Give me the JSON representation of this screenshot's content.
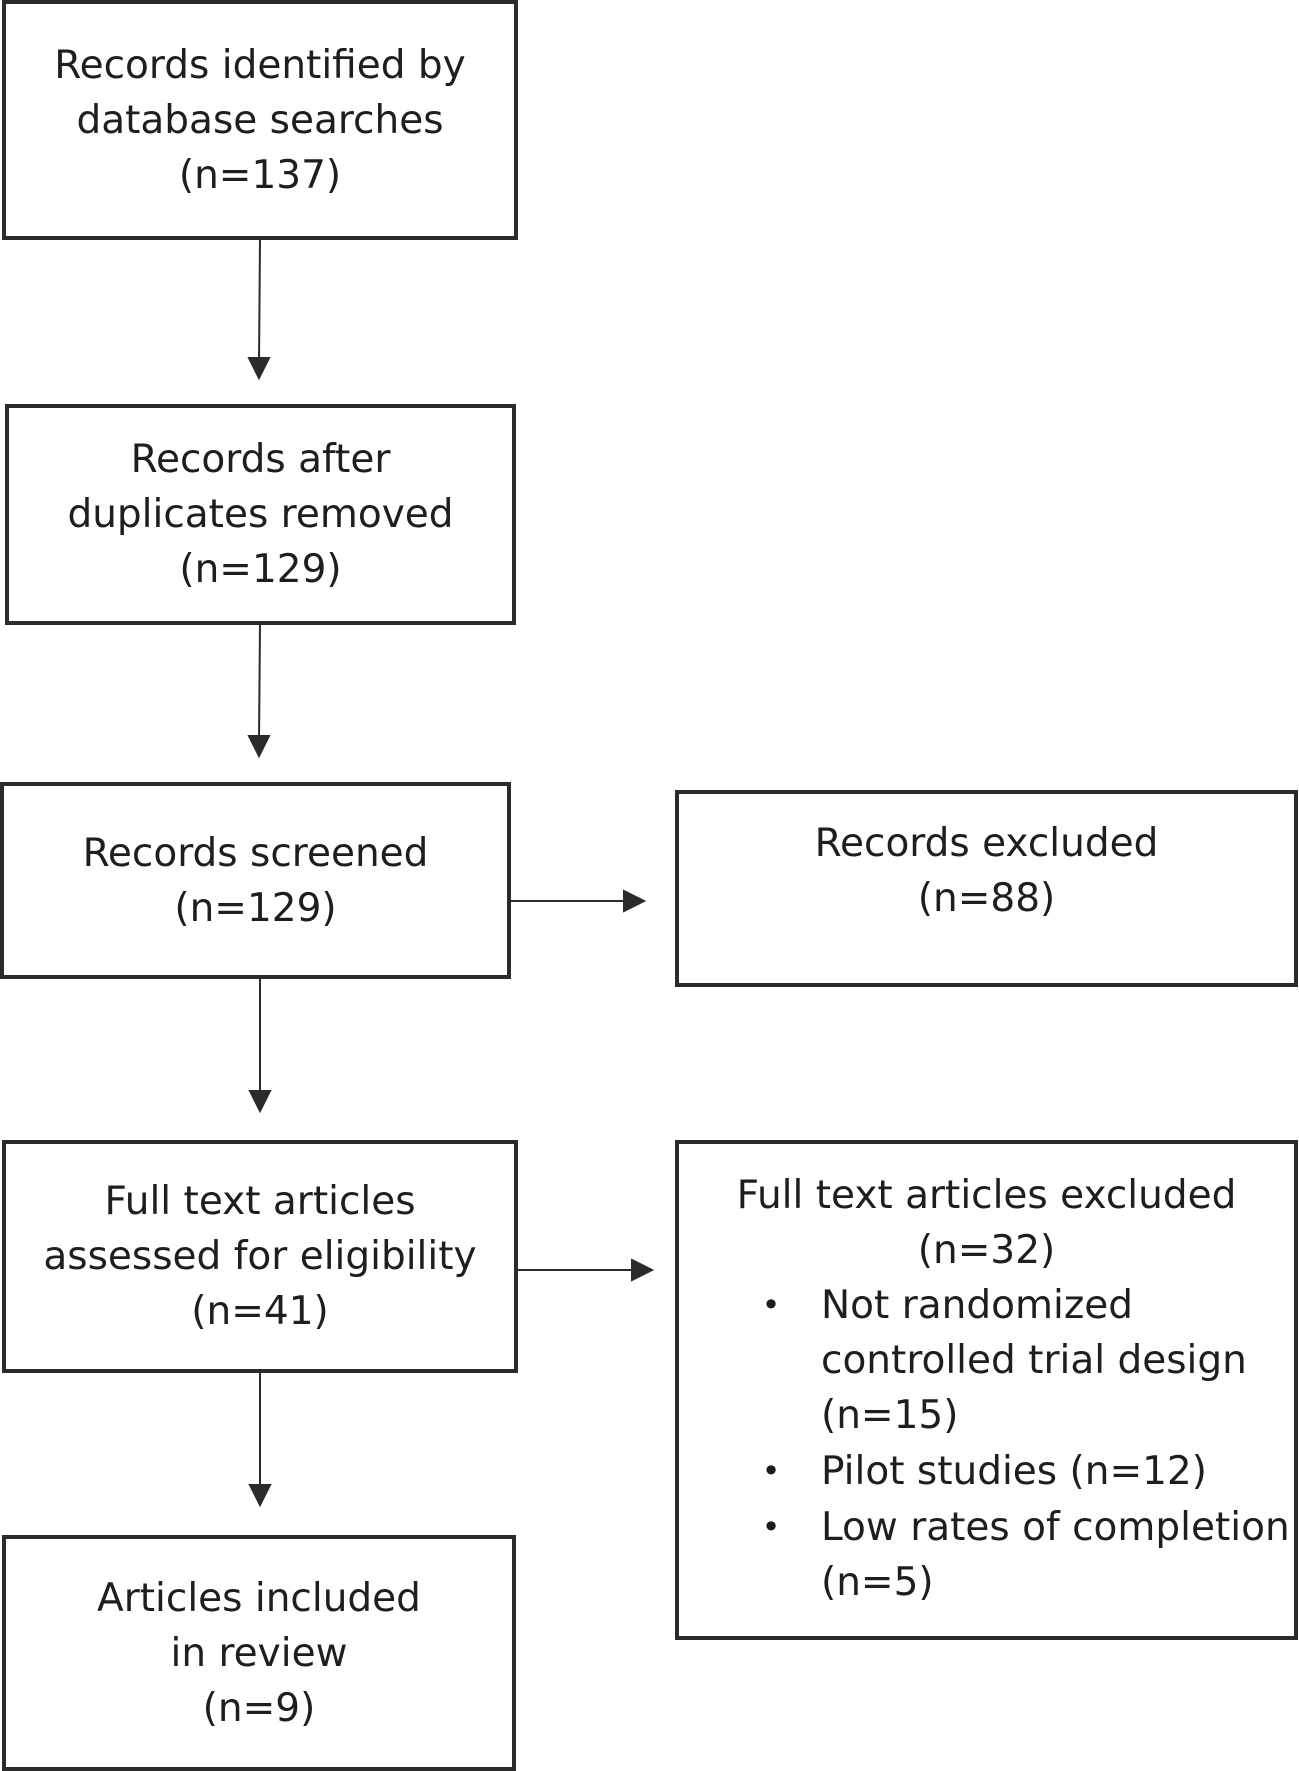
{
  "boxes": {
    "identified": {
      "lines": [
        "Records identified by",
        "database searches",
        "(n=137)"
      ]
    },
    "after_duplicates": {
      "lines": [
        "Records after",
        "duplicates removed",
        "(n=129)"
      ]
    },
    "screened": {
      "lines": [
        "Records screened",
        "(n=129)"
      ]
    },
    "excluded": {
      "lines": [
        "Records excluded",
        "(n=88)"
      ]
    },
    "full_text_assessed": {
      "lines": [
        "Full text articles",
        "assessed for eligibility",
        "(n=41)"
      ]
    },
    "full_text_excluded": {
      "title": "Full text articles excluded",
      "count": "(n=32)",
      "bullet_symbol": "•",
      "reasons": [
        {
          "lines": [
            "Not randomized",
            "controlled trial design",
            "(n=15)"
          ]
        },
        {
          "lines": [
            "Pilot studies (n=12)"
          ]
        },
        {
          "lines": [
            "Low rates of completion",
            "(n=5)"
          ]
        }
      ]
    },
    "included": {
      "lines": [
        "Articles included",
        "in review",
        "(n=9)"
      ]
    }
  }
}
